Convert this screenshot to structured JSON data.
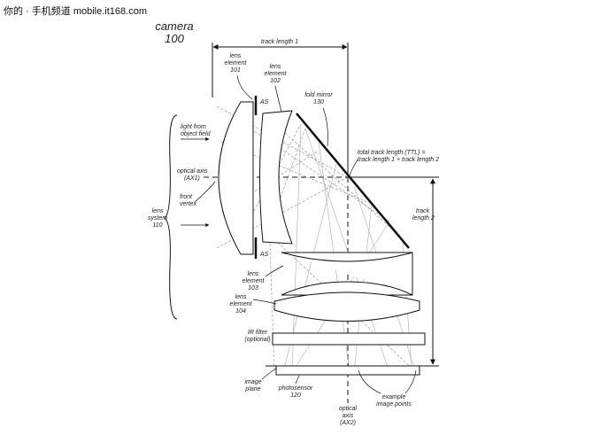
{
  "watermark": "你的 · 手机频道 mobile.it168.com",
  "title": {
    "line1": "camera",
    "line2": "100"
  },
  "labels": {
    "track_length_1": "track length 1",
    "track_length_2_line1": "track",
    "track_length_2_line2": "length 2",
    "lens_element_101": [
      "lens",
      "element",
      "101"
    ],
    "lens_element_102": [
      "lens",
      "element",
      "102"
    ],
    "fold_mirror": [
      "fold mirror",
      "130"
    ],
    "as_top": "AS",
    "as_bottom": "AS",
    "light_from": [
      "light from",
      "object field"
    ],
    "optical_axis_ax1": [
      "optical axis",
      "(AX1)"
    ],
    "front_vertex": [
      "front",
      "vertex"
    ],
    "lens_system": [
      "lens",
      "system",
      "110"
    ],
    "ttl": [
      "total track length (TTL) =",
      "track length 1 + track length 2"
    ],
    "lens_element_103": [
      "lens",
      "element",
      "103"
    ],
    "lens_element_104": [
      "lens",
      "element",
      "104"
    ],
    "ir_filter": [
      "IR filter",
      "(optional)"
    ],
    "image_plane": [
      "image",
      "plane"
    ],
    "photosensor": [
      "photosensor",
      "120"
    ],
    "optical_axis_ax2": [
      "optical",
      "axis",
      "(AX2)"
    ],
    "example_image_points": [
      "example",
      "image points"
    ]
  }
}
